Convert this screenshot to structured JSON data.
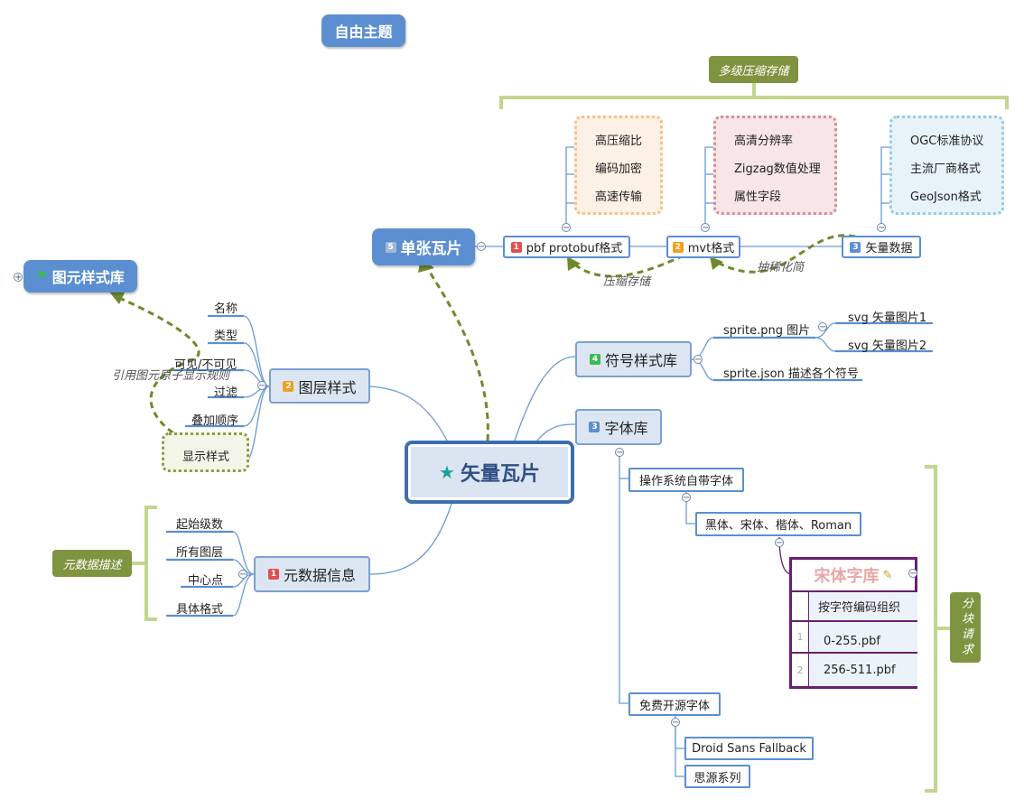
{
  "free_topic": "自由主题",
  "central": "矢量瓦片",
  "graphics_style_library": "图元样式库",
  "single_tile": {
    "label": "单张瓦片",
    "badge": "5",
    "items": [
      {
        "label": "pbf protobuf格式",
        "badge": "1",
        "details": [
          "高压缩比",
          "编码加密",
          "高速传输"
        ]
      },
      {
        "label": "mvt格式",
        "badge": "2",
        "details": [
          "高清分辨率",
          "Zigzag数值处理",
          "属性字段"
        ]
      },
      {
        "label": "矢量数据",
        "badge": "3",
        "details": [
          "OGC标准协议",
          "主流厂商格式",
          "GeoJson格式"
        ]
      }
    ],
    "summary": "多级压缩存储",
    "relation_compress": "压缩存储",
    "relation_simplify": "抽稀化简"
  },
  "layer_style": {
    "label": "图层样式",
    "badge": "2",
    "items": [
      "名称",
      "类型",
      "可见/不可见",
      "过滤",
      "叠加顺序",
      "显示样式"
    ],
    "relation": "引用图元原子显示规则"
  },
  "metadata": {
    "label": "元数据信息",
    "badge": "1",
    "items": [
      "起始级数",
      "所有图层",
      "中心点",
      "具体格式"
    ],
    "summary": "元数据描述"
  },
  "symbol_library": {
    "label": "符号样式库",
    "badge": "4",
    "sprite_png": "sprite.png 图片",
    "svg_items": [
      "svg 矢量图片1",
      "svg 矢量图片2"
    ],
    "sprite_json": "sprite.json 描述各个符号"
  },
  "font_library": {
    "label": "字体库",
    "badge": "3",
    "system_font": "操作系统自带字体",
    "font_names": "黑体、宋体、楷体、Roman",
    "songti": {
      "title": "宋体字库",
      "header": "按字符编码组织",
      "rows": [
        {
          "num": "1",
          "value": "0-255.pbf"
        },
        {
          "num": "2",
          "value": "256-511.pbf"
        }
      ]
    },
    "open_font": "免费开源字体",
    "open_items": [
      "Droid Sans Fallback",
      "思源系列"
    ],
    "summary": "分块请求"
  },
  "colors": {
    "central_border": "#3d6fae",
    "topic_blue": "#5b8fd1",
    "line_blue": "#6a9bd6",
    "relation_olive": "#6f8a2c",
    "summary_olive": "#7f9440",
    "songti_border": "#6a1e6f"
  }
}
